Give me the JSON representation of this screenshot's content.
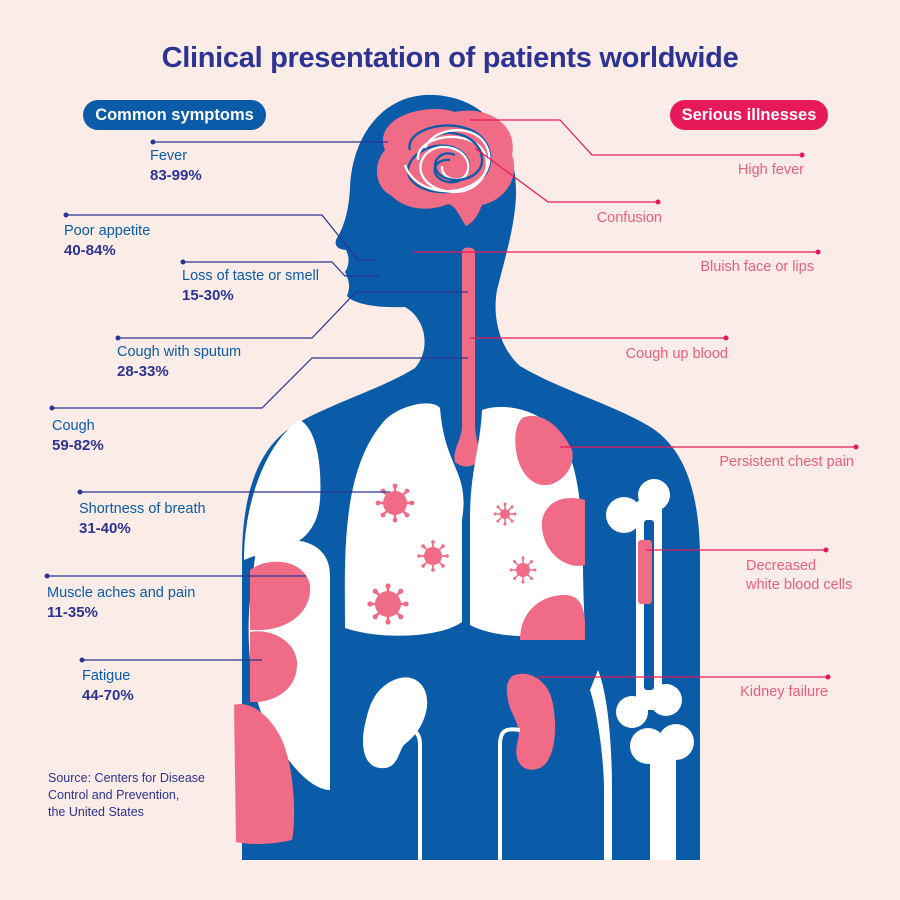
{
  "title": "Clinical presentation of patients worldwide",
  "common_header": "Common symptoms",
  "serious_header": "Serious illnesses",
  "symptoms": [
    {
      "label": "Fever",
      "value": "83-99%"
    },
    {
      "label": "Poor appetite",
      "value": "40-84%"
    },
    {
      "label": "Loss of taste or smell",
      "value": "15-30%"
    },
    {
      "label": "Cough with sputum",
      "value": "28-33%"
    },
    {
      "label": "Cough",
      "value": "59-82%"
    },
    {
      "label": "Shortness of breath",
      "value": "31-40%"
    },
    {
      "label": "Muscle aches and pain",
      "value": "11-35%"
    },
    {
      "label": "Fatigue",
      "value": "44-70%"
    }
  ],
  "illnesses": [
    {
      "label": "High fever"
    },
    {
      "label": "Confusion"
    },
    {
      "label": "Bluish face or lips"
    },
    {
      "label": "Cough up blood"
    },
    {
      "label": "Persistent chest pain"
    },
    {
      "label": "Decreased",
      "label2": "white blood cells"
    },
    {
      "label": "Kidney failure"
    }
  ],
  "source": "Source: Centers for Disease\nControl and Prevention,\nthe United States",
  "colors": {
    "body": "#0a5ba8",
    "navy": "#2c3392",
    "pink": "#f06b86",
    "accent": "#e8195a",
    "background": "#fbece7",
    "white": "#ffffff"
  }
}
